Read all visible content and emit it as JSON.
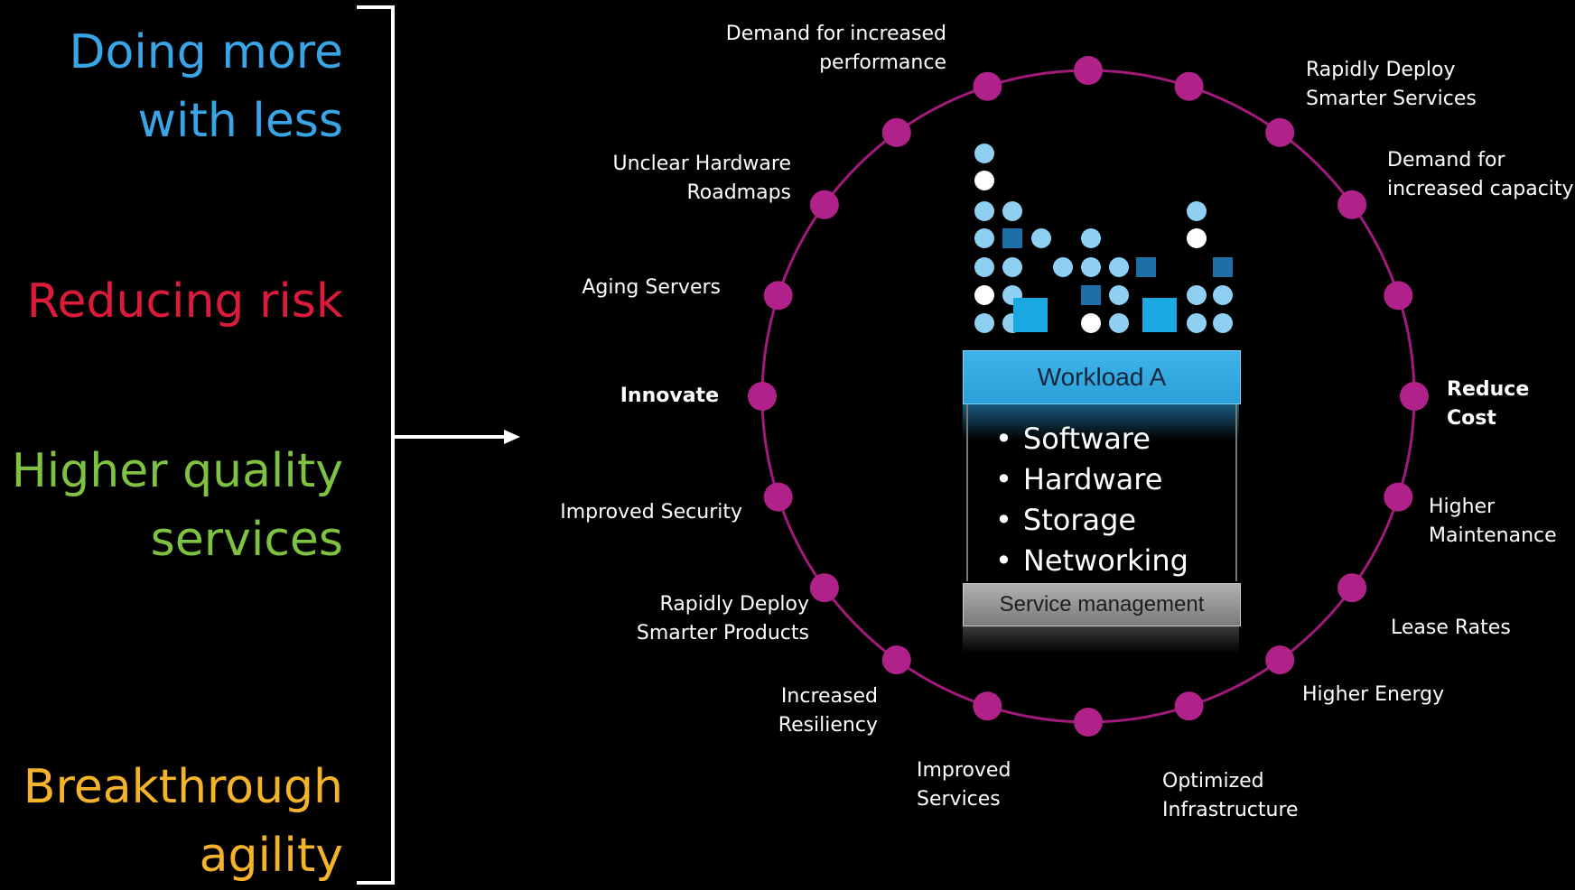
{
  "colors": {
    "doing_more": "#3aa5e6",
    "reducing_risk": "#dc1a3c",
    "higher_quality": "#7fc241",
    "breakthrough": "#f4b32a",
    "ring": "#a21a7c",
    "node": "#b0228a",
    "light_blue": "#8fd0f2",
    "mid_blue": "#1e6fa8",
    "cyan_square": "#19a9e0"
  },
  "themes": {
    "doing_more": [
      "Doing more",
      "with less"
    ],
    "reducing_risk": [
      "Reducing risk"
    ],
    "higher_quality": [
      "Higher quality",
      "services"
    ],
    "breakthrough": [
      "Breakthrough",
      "agility"
    ]
  },
  "ring_labels": {
    "demand_performance": [
      "Demand for increased",
      "performance"
    ],
    "rapidly_deploy_services": [
      "Rapidly Deploy",
      "Smarter Services"
    ],
    "unclear_roadmaps": [
      "Unclear Hardware",
      "Roadmaps"
    ],
    "demand_capacity": [
      "Demand for",
      "increased capacity"
    ],
    "aging_servers": [
      "Aging Servers"
    ],
    "innovate": [
      "Innovate"
    ],
    "reduce_cost": [
      "Reduce",
      "Cost"
    ],
    "improved_security": [
      "Improved Security"
    ],
    "higher_maintenance": [
      "Higher",
      "Maintenance"
    ],
    "rapidly_deploy_products": [
      "Rapidly Deploy",
      "Smarter Products"
    ],
    "lease_rates": [
      "Lease Rates"
    ],
    "increased_resiliency": [
      "Increased",
      "Resiliency"
    ],
    "higher_energy": [
      "Higher Energy"
    ],
    "improved_services": [
      "Improved",
      "Services"
    ],
    "optimized_infrastructure": [
      "Optimized",
      "Infrastructure"
    ]
  },
  "workload": {
    "title": "Workload A",
    "items": [
      "Software",
      "Hardware",
      "Storage",
      "Networking"
    ],
    "footer": "Service management"
  }
}
